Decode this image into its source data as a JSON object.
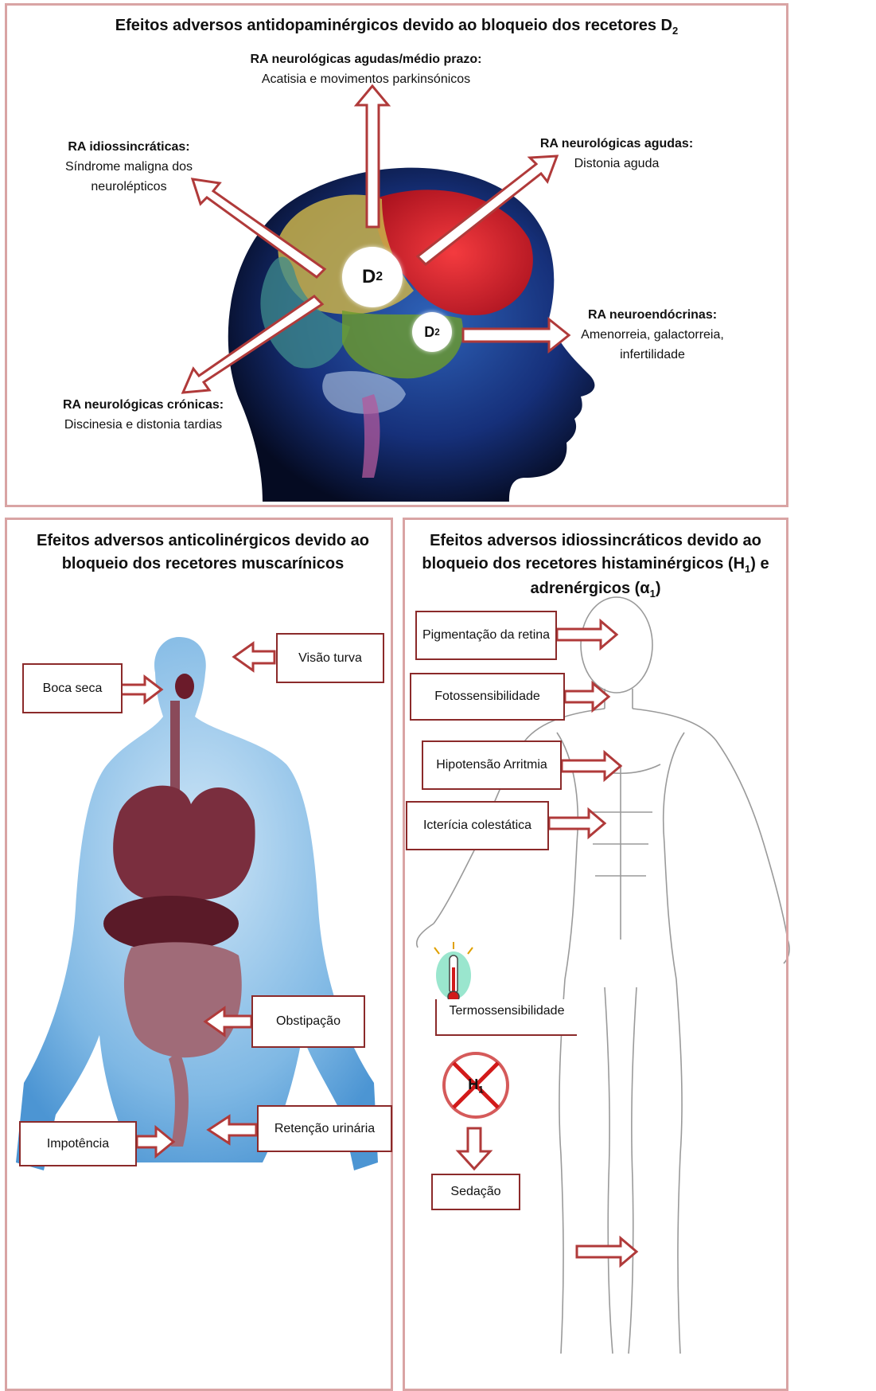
{
  "top": {
    "title": "Efeitos adversos antidopaminérgicos devido ao bloqueio dos recetores D",
    "title_sub": "2",
    "labels": [
      {
        "heading": "RA neurológicas agudas/médio prazo:",
        "text": "Acatisia e movimentos parkinsónicos"
      },
      {
        "heading": "RA idiossincráticas:",
        "text": "Síndrome maligna dos neurolépticos"
      },
      {
        "heading": "RA neurológicas agudas:",
        "text": "Distonia aguda"
      },
      {
        "heading": "RA neuroendócrinas:",
        "text": "Amenorreia, galactorreia, infertilidade"
      },
      {
        "heading": "RA neurológicas crónicas:",
        "text": "Discinesia e distonia tardias"
      }
    ],
    "receptor": "D",
    "receptor_sub": "2"
  },
  "left": {
    "title": "Efeitos adversos anticolinérgicos devido ao bloqueio dos recetores muscarínicos",
    "boxes": [
      "Visão turva",
      "Boca seca",
      "Obstipação",
      "Retenção urinária",
      "Impotência"
    ]
  },
  "right": {
    "title": "Efeitos adversos idiossincráticos devido ao bloqueio dos recetores histaminérgicos (H",
    "title_sub1": "1",
    "title_mid": ") e adrenérgicos (α",
    "title_sub2": "1",
    "title_end": ")",
    "boxes": [
      "Pigmentação da retina",
      "Fotossensibilidade",
      "Hipotensão Arritmia",
      "Icterícia colestática",
      "Termossensibilidade",
      "Sedação"
    ],
    "blocked": "H",
    "blocked_sub": "1"
  },
  "colors": {
    "arrow": "#b03a3a",
    "box_border": "#8b2a2a",
    "panel_border": "#d9a4a4"
  }
}
